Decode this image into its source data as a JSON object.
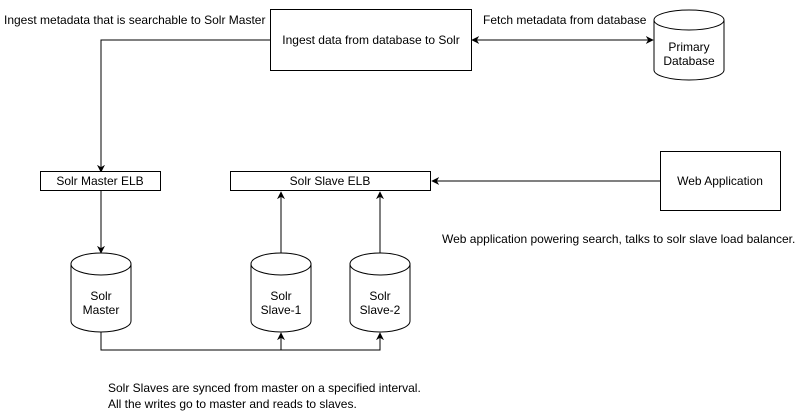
{
  "annotations": {
    "ingest_note": "Ingest metadata that is searchable to Solr Master",
    "fetch_note": "Fetch metadata from database",
    "webapp_note": "Web application powering search, talks to solr slave load balancer.",
    "sync_note_line1": "Solr Slaves are synced from master on a specified interval.",
    "sync_note_line2": "All the writes go to master and reads to slaves."
  },
  "nodes": {
    "ingest": {
      "label": "Ingest data from database to Solr"
    },
    "primary_db": {
      "label_line1": "Primary",
      "label_line2": "Database"
    },
    "master_elb": {
      "label": "Solr Master ELB"
    },
    "slave_elb": {
      "label": "Solr Slave ELB"
    },
    "web_app": {
      "label": "Web Application"
    },
    "solr_master": {
      "label_line1": "Solr",
      "label_line2": "Master"
    },
    "solr_slave_1": {
      "label_line1": "Solr",
      "label_line2": "Slave-1"
    },
    "solr_slave_2": {
      "label_line1": "Solr",
      "label_line2": "Slave-2"
    }
  },
  "colors": {
    "stroke": "#000000",
    "fill": "#ffffff",
    "text": "#000000"
  }
}
